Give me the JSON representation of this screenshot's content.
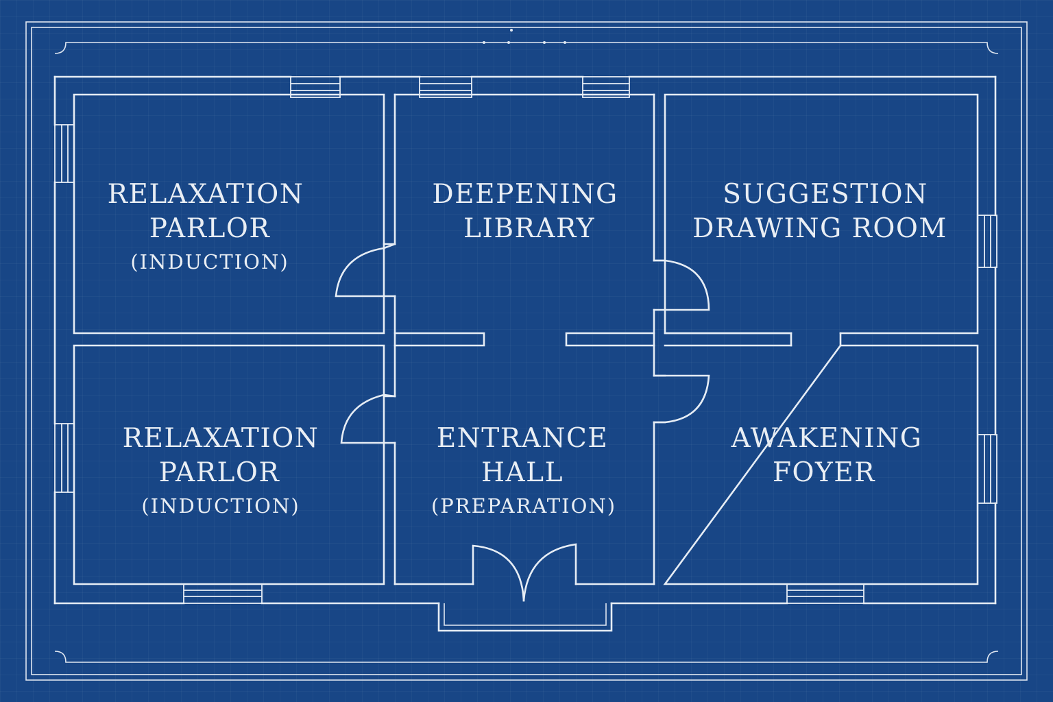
{
  "rooms": {
    "top_left": {
      "line1": "RELAXATION",
      "line2": "PARLOR",
      "sub": "(INDUCTION)"
    },
    "top_center": {
      "line1": "DEEPENING",
      "line2": "LIBRARY"
    },
    "top_right": {
      "line1": "SUGGESTION",
      "line2": "DRAWING ROOM"
    },
    "bottom_left": {
      "line1": "RELAXATION",
      "line2": "PARLOR",
      "sub": "(INDUCTION)"
    },
    "bottom_center": {
      "line1": "ENTRANCE",
      "line2": "HALL",
      "sub": "(PREPARATION)"
    },
    "bottom_right": {
      "line1": "AWAKENING",
      "line2": "FOYER"
    }
  },
  "colors": {
    "background": "#184686",
    "lines": "#e6edf5",
    "text": "#e9eef4"
  }
}
